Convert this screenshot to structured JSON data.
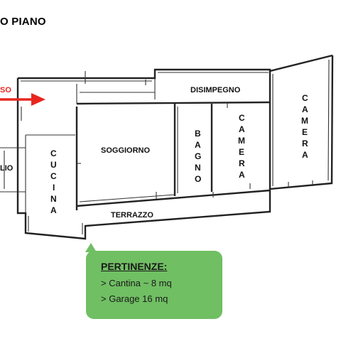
{
  "title": "O PIANO",
  "entrance_label": "SO",
  "left_room_fragment": "LIO",
  "rooms": {
    "disimpegno": "DISIMPEGNO",
    "soggiorno": "SOGGIORNO",
    "terrazzo": "TERRAZZO",
    "cucina": [
      "C",
      "U",
      "C",
      "I",
      "N",
      "A"
    ],
    "bagno": [
      "B",
      "A",
      "G",
      "N",
      "O"
    ],
    "camera_1": [
      "C",
      "A",
      "M",
      "E",
      "R",
      "A"
    ],
    "camera_2": [
      "C",
      "A",
      "M",
      "E",
      "R",
      "A"
    ]
  },
  "pertinenze": {
    "title": "PERTINENZE:",
    "items": [
      "> Cantina ~ 8 mq",
      "> Garage 16 mq"
    ]
  },
  "colors": {
    "arrow": "#e8261f",
    "box": "#70bf63"
  }
}
